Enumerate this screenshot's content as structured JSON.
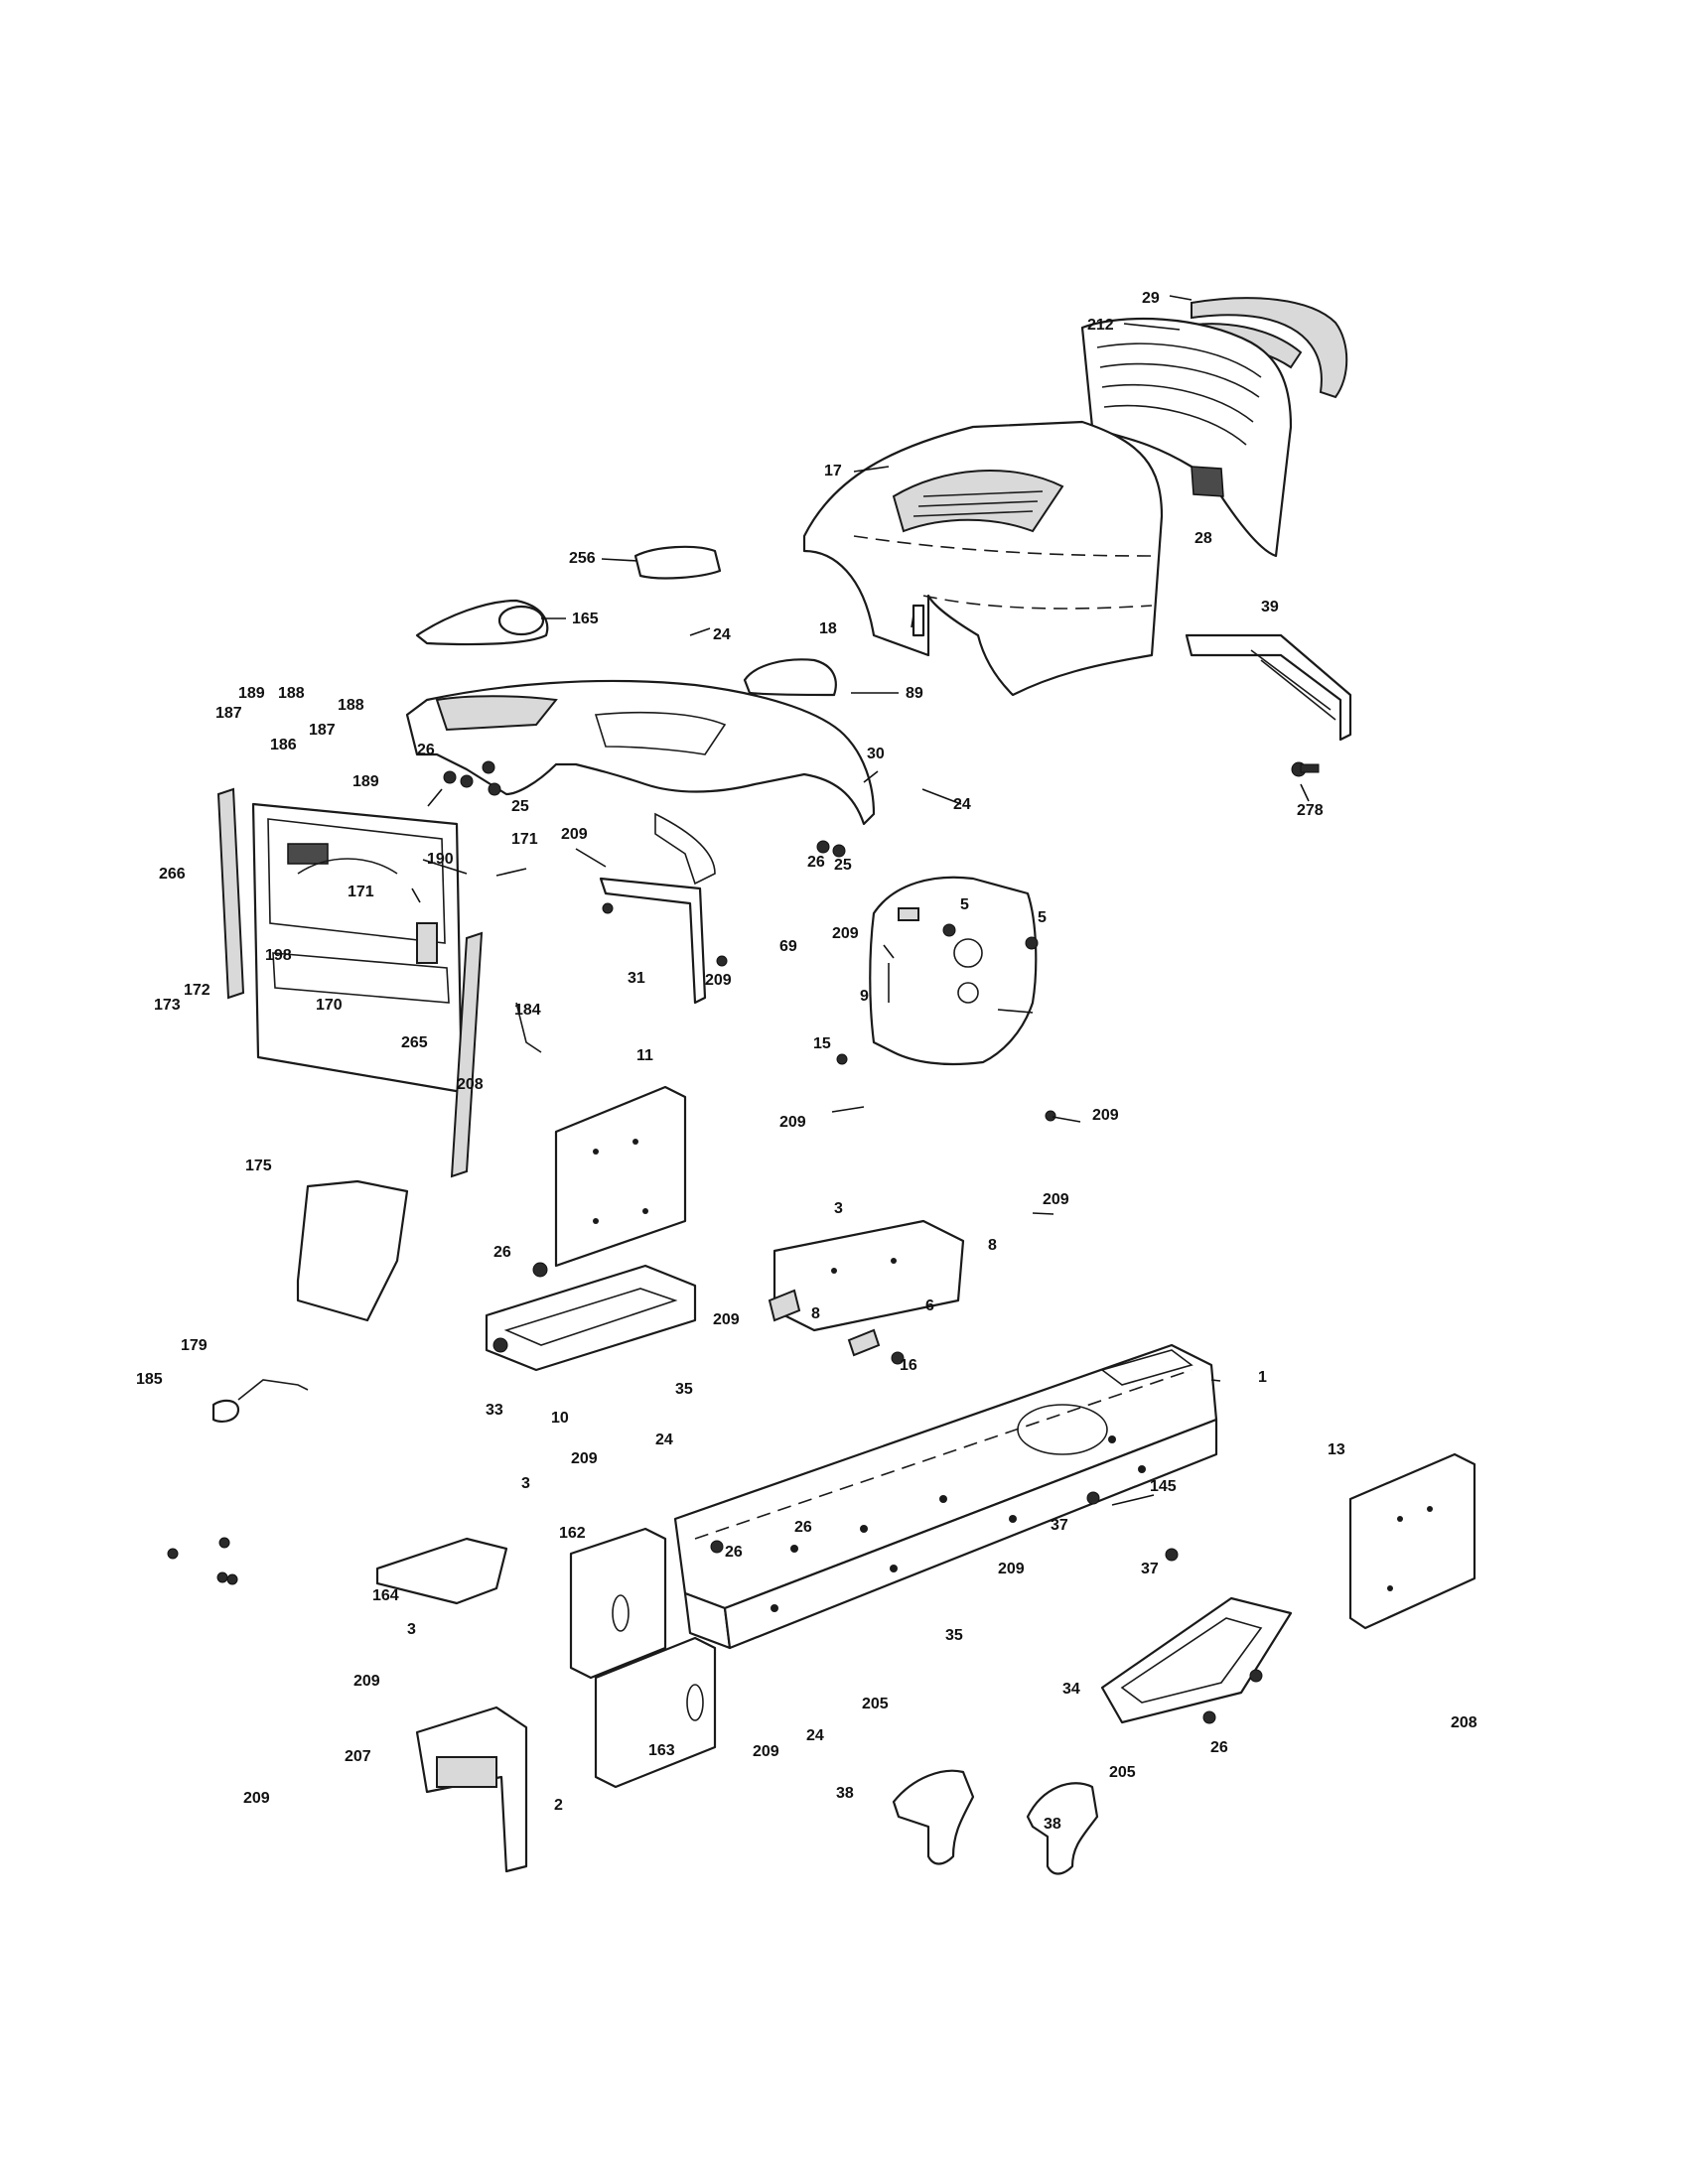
{
  "diagram": {
    "labels": [
      {
        "id": "l-29",
        "text": "29"
      },
      {
        "id": "l-212",
        "text": "212"
      },
      {
        "id": "l-17",
        "text": "17"
      },
      {
        "id": "l-28",
        "text": "28"
      },
      {
        "id": "l-256",
        "text": "256"
      },
      {
        "id": "l-165",
        "text": "165"
      },
      {
        "id": "l-24a",
        "text": "24"
      },
      {
        "id": "l-18",
        "text": "18"
      },
      {
        "id": "l-39",
        "text": "39"
      },
      {
        "id": "l-89",
        "text": "89"
      },
      {
        "id": "l-189a",
        "text": "189"
      },
      {
        "id": "l-188a",
        "text": "188"
      },
      {
        "id": "l-187a",
        "text": "187"
      },
      {
        "id": "l-188b",
        "text": "188"
      },
      {
        "id": "l-186",
        "text": "186"
      },
      {
        "id": "l-187b",
        "text": "187"
      },
      {
        "id": "l-189b",
        "text": "189"
      },
      {
        "id": "l-26a",
        "text": "26"
      },
      {
        "id": "l-25a",
        "text": "25"
      },
      {
        "id": "l-30",
        "text": "30"
      },
      {
        "id": "l-24b",
        "text": "24"
      },
      {
        "id": "l-278",
        "text": "278"
      },
      {
        "id": "l-190",
        "text": "190"
      },
      {
        "id": "l-266",
        "text": "266"
      },
      {
        "id": "l-209a",
        "text": "209"
      },
      {
        "id": "l-26b",
        "text": "26"
      },
      {
        "id": "l-25b",
        "text": "25"
      },
      {
        "id": "l-171a",
        "text": "171"
      },
      {
        "id": "l-171b",
        "text": "171"
      },
      {
        "id": "l-5a",
        "text": "5"
      },
      {
        "id": "l-5b",
        "text": "5"
      },
      {
        "id": "l-69",
        "text": "69"
      },
      {
        "id": "l-209b",
        "text": "209"
      },
      {
        "id": "l-198",
        "text": "198"
      },
      {
        "id": "l-172",
        "text": "172"
      },
      {
        "id": "l-173",
        "text": "173"
      },
      {
        "id": "l-170",
        "text": "170"
      },
      {
        "id": "l-31",
        "text": "31"
      },
      {
        "id": "l-209c",
        "text": "209"
      },
      {
        "id": "l-9",
        "text": "9"
      },
      {
        "id": "l-184",
        "text": "184"
      },
      {
        "id": "l-265",
        "text": "265"
      },
      {
        "id": "l-11",
        "text": "11"
      },
      {
        "id": "l-15",
        "text": "15"
      },
      {
        "id": "l-208a",
        "text": "208"
      },
      {
        "id": "l-209d",
        "text": "209"
      },
      {
        "id": "l-209e",
        "text": "209"
      },
      {
        "id": "l-175",
        "text": "175"
      },
      {
        "id": "l-209f",
        "text": "209"
      },
      {
        "id": "l-3a",
        "text": "3"
      },
      {
        "id": "l-8a",
        "text": "8"
      },
      {
        "id": "l-26c",
        "text": "26"
      },
      {
        "id": "l-6",
        "text": "6"
      },
      {
        "id": "l-8b",
        "text": "8"
      },
      {
        "id": "l-209g",
        "text": "209"
      },
      {
        "id": "l-179",
        "text": "179"
      },
      {
        "id": "l-185",
        "text": "185"
      },
      {
        "id": "l-16",
        "text": "16"
      },
      {
        "id": "l-1",
        "text": "1"
      },
      {
        "id": "l-35a",
        "text": "35"
      },
      {
        "id": "l-33",
        "text": "33"
      },
      {
        "id": "l-10",
        "text": "10"
      },
      {
        "id": "l-24c",
        "text": "24"
      },
      {
        "id": "l-13",
        "text": "13"
      },
      {
        "id": "l-209h",
        "text": "209"
      },
      {
        "id": "l-3b",
        "text": "3"
      },
      {
        "id": "l-145",
        "text": "145"
      },
      {
        "id": "l-26d",
        "text": "26"
      },
      {
        "id": "l-162",
        "text": "162"
      },
      {
        "id": "l-37a",
        "text": "37"
      },
      {
        "id": "l-26e",
        "text": "26"
      },
      {
        "id": "l-209i",
        "text": "209"
      },
      {
        "id": "l-37b",
        "text": "37"
      },
      {
        "id": "l-164",
        "text": "164"
      },
      {
        "id": "l-3c",
        "text": "3"
      },
      {
        "id": "l-35b",
        "text": "35"
      },
      {
        "id": "l-34",
        "text": "34"
      },
      {
        "id": "l-209j",
        "text": "209"
      },
      {
        "id": "l-205a",
        "text": "205"
      },
      {
        "id": "l-26f",
        "text": "26"
      },
      {
        "id": "l-208b",
        "text": "208"
      },
      {
        "id": "l-207",
        "text": "207"
      },
      {
        "id": "l-163",
        "text": "163"
      },
      {
        "id": "l-209k",
        "text": "209"
      },
      {
        "id": "l-24d",
        "text": "24"
      },
      {
        "id": "l-205b",
        "text": "205"
      },
      {
        "id": "l-209l",
        "text": "209"
      },
      {
        "id": "l-2",
        "text": "2"
      },
      {
        "id": "l-38a",
        "text": "38"
      },
      {
        "id": "l-38b",
        "text": "38"
      }
    ]
  }
}
